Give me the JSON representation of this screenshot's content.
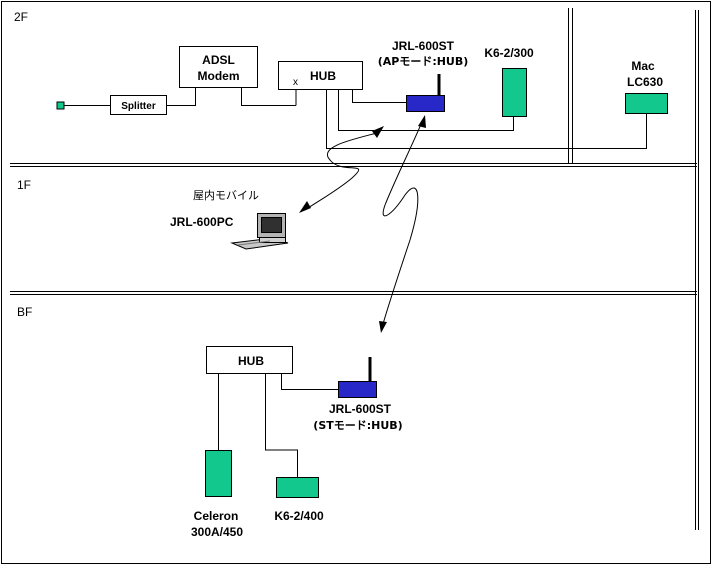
{
  "floors": {
    "f2": "2F",
    "f1": "1F",
    "bf": "BF"
  },
  "devices": {
    "adsl_line1": "ADSL",
    "adsl_line2": "Modem",
    "splitter": "Splitter",
    "hub_2f": "HUB",
    "hub_port_mark": "x",
    "ap_line1": "JRL-600ST",
    "ap_line2": "(APモード:HUB)",
    "k6_300": "K6-2/300",
    "mac_line1": "Mac",
    "mac_line2": "LC630",
    "mobile_caption": "屋内モバイル",
    "pc_label": "JRL-600PC",
    "hub_bf": "HUB",
    "st_line1": "JRL-600ST",
    "st_line2": "(STモード:HUB)",
    "celeron_line1": "Celeron",
    "celeron_line2": "300A/450",
    "k6_400": "K6-2/400"
  },
  "colors": {
    "pc_green": "#12c88c",
    "radio_blue": "#2828c8",
    "line": "#000000",
    "laptop_gray": "#b4b4b4"
  }
}
